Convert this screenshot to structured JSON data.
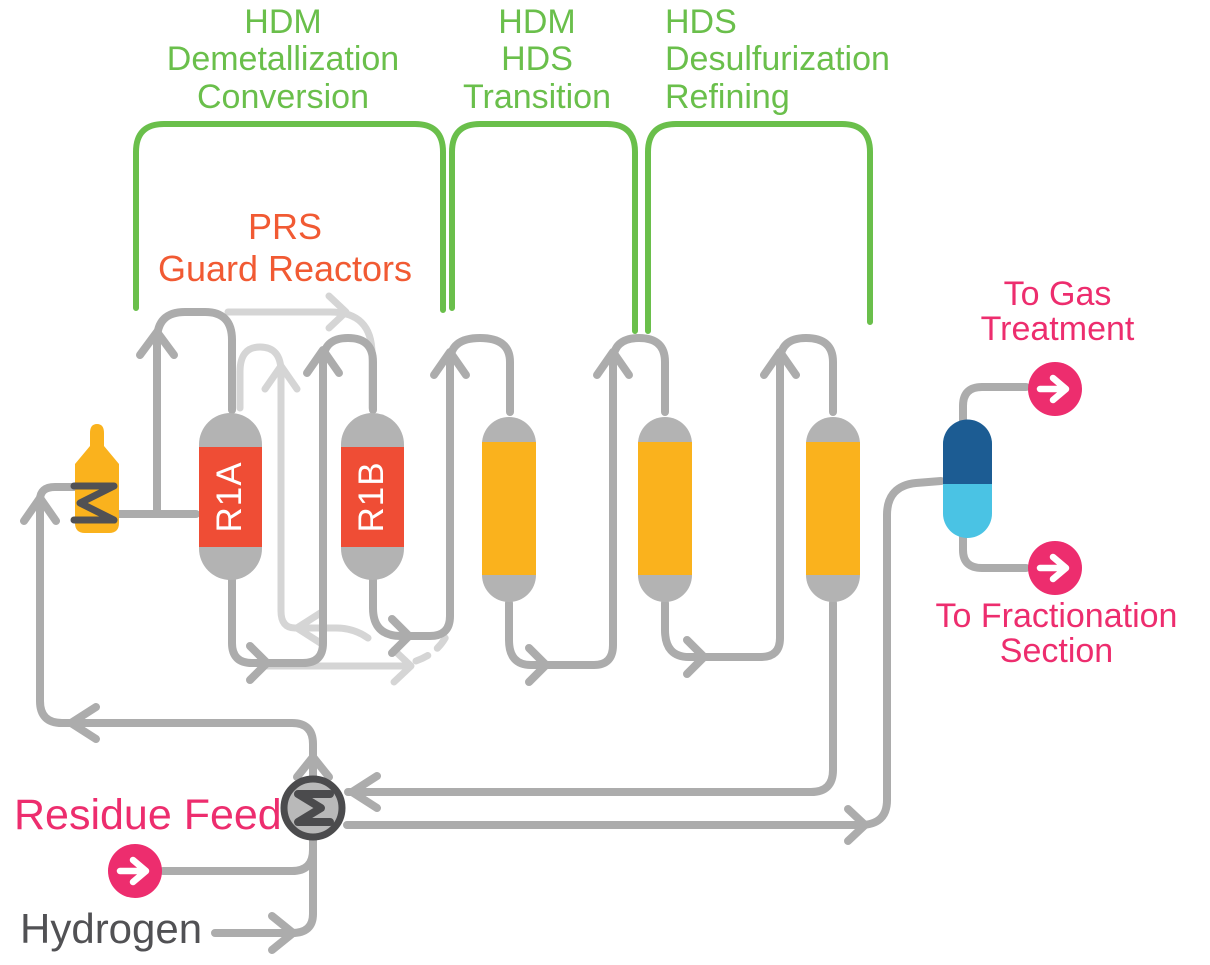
{
  "sections": {
    "conversion": {
      "label": "HDM\nDemetallization\nConversion"
    },
    "transition": {
      "label": "HDM\nHDS\nTransition"
    },
    "refining": {
      "label": "HDS\nDesulfurization\nRefining"
    }
  },
  "prs": {
    "label": "PRS\nGuard Reactors"
  },
  "reactors": {
    "r1a": "R1A",
    "r1b": "R1B"
  },
  "streams": {
    "to_gas_treatment": "To Gas\nTreatment",
    "to_fractionation": "To Fractionation\nSection",
    "residue_feed": "Residue Feed",
    "hydrogen": "Hydrogen"
  },
  "colors": {
    "green": "#6abf4b",
    "orange_label": "#f15a33",
    "reactor_band_orange": "#ef4d35",
    "catalyst_yellow": "#fab21d",
    "pink": "#ed2d6e",
    "separator_top_blue": "#1c5c93",
    "separator_bottom_blue": "#4ac3e4",
    "pipe_gray": "#acacac",
    "pipe_light_gray": "#d5d5d5",
    "vessel_gray": "#b3b3b3",
    "dark_gray": "#515154"
  }
}
